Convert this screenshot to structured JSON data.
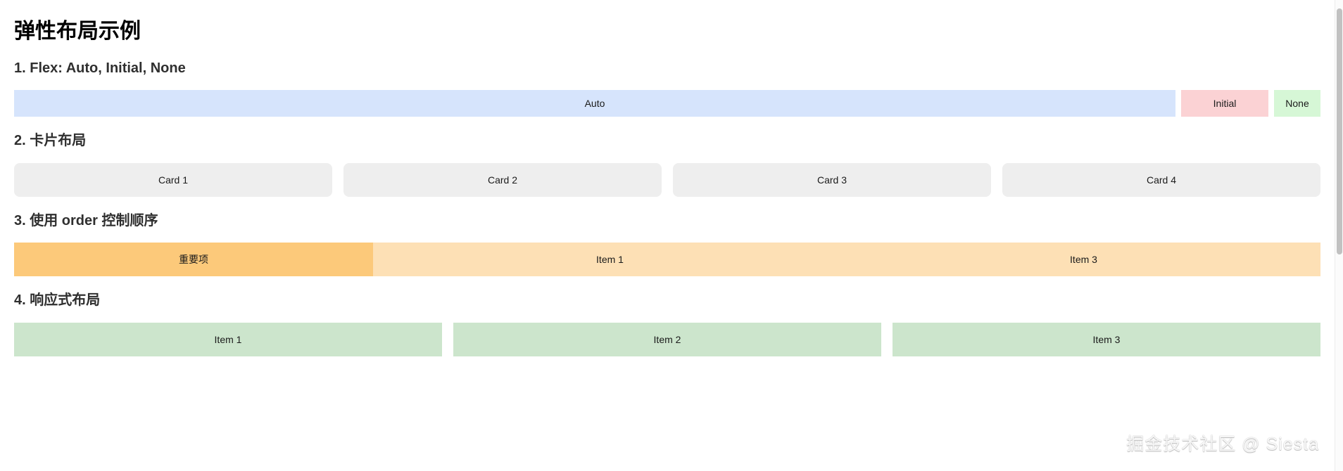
{
  "page": {
    "title": "弹性布局示例",
    "watermark": "掘金技术社区 @ Siesta"
  },
  "colors": {
    "background": "#ffffff",
    "title_text": "#000000",
    "section_text": "#2f2f2f",
    "box_text": "#1a1a1a",
    "flex_auto": "#d6e4fc",
    "flex_initial": "#fbd2d4",
    "flex_none": "#d6f7d6",
    "card": "#eeeeee",
    "order_important": "#fcc97a",
    "order_item": "#fde0b5",
    "responsive_item": "#cce5cc",
    "scrollbar_thumb": "#c1c1c1",
    "scrollbar_track": "#fbfbfb"
  },
  "sections": {
    "flex_modes": {
      "heading": "1. Flex: Auto, Initial, None",
      "items": [
        {
          "label": "Auto"
        },
        {
          "label": "Initial"
        },
        {
          "label": "None"
        }
      ]
    },
    "cards": {
      "heading": "2. 卡片布局",
      "items": [
        {
          "label": "Card 1"
        },
        {
          "label": "Card 2"
        },
        {
          "label": "Card 3"
        },
        {
          "label": "Card 4"
        }
      ]
    },
    "order": {
      "heading": "3. 使用 order 控制顺序",
      "items": [
        {
          "label": "Item 1"
        },
        {
          "label": "重要项"
        },
        {
          "label": "Item 3"
        }
      ]
    },
    "responsive": {
      "heading": "4. 响应式布局",
      "items": [
        {
          "label": "Item 1"
        },
        {
          "label": "Item 2"
        },
        {
          "label": "Item 3"
        }
      ]
    }
  }
}
